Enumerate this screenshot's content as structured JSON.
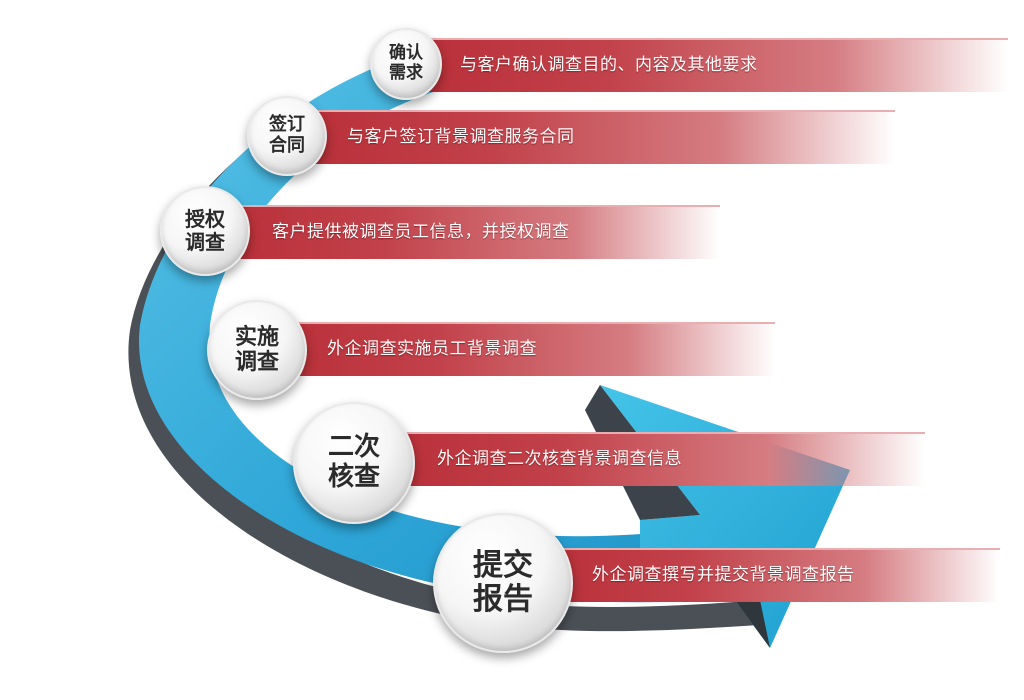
{
  "steps": [
    {
      "line1": "确认",
      "line2": "需求",
      "desc": "与客户确认调查目的、内容及其他要求"
    },
    {
      "line1": "签订",
      "line2": "合同",
      "desc": "与客户签订背景调查服务合同"
    },
    {
      "line1": "授权",
      "line2": "调查",
      "desc": "客户提供被调查员工信息，并授权调查"
    },
    {
      "line1": "实施",
      "line2": "调查",
      "desc": "外企调查实施员工背景调查"
    },
    {
      "line1": "二次",
      "line2": "核查",
      "desc": "外企调查二次核查背景调查信息"
    },
    {
      "line1": "提交",
      "line2": "报告",
      "desc": "外企调查撰写并提交背景调查报告"
    }
  ],
  "colors": {
    "arrow_light": "#3fb5dd",
    "arrow_dark": "#1e8fc4",
    "arrow_shadow": "#4a4f55",
    "bar": "#bf3a43",
    "node_text": "#2b2b2b"
  }
}
